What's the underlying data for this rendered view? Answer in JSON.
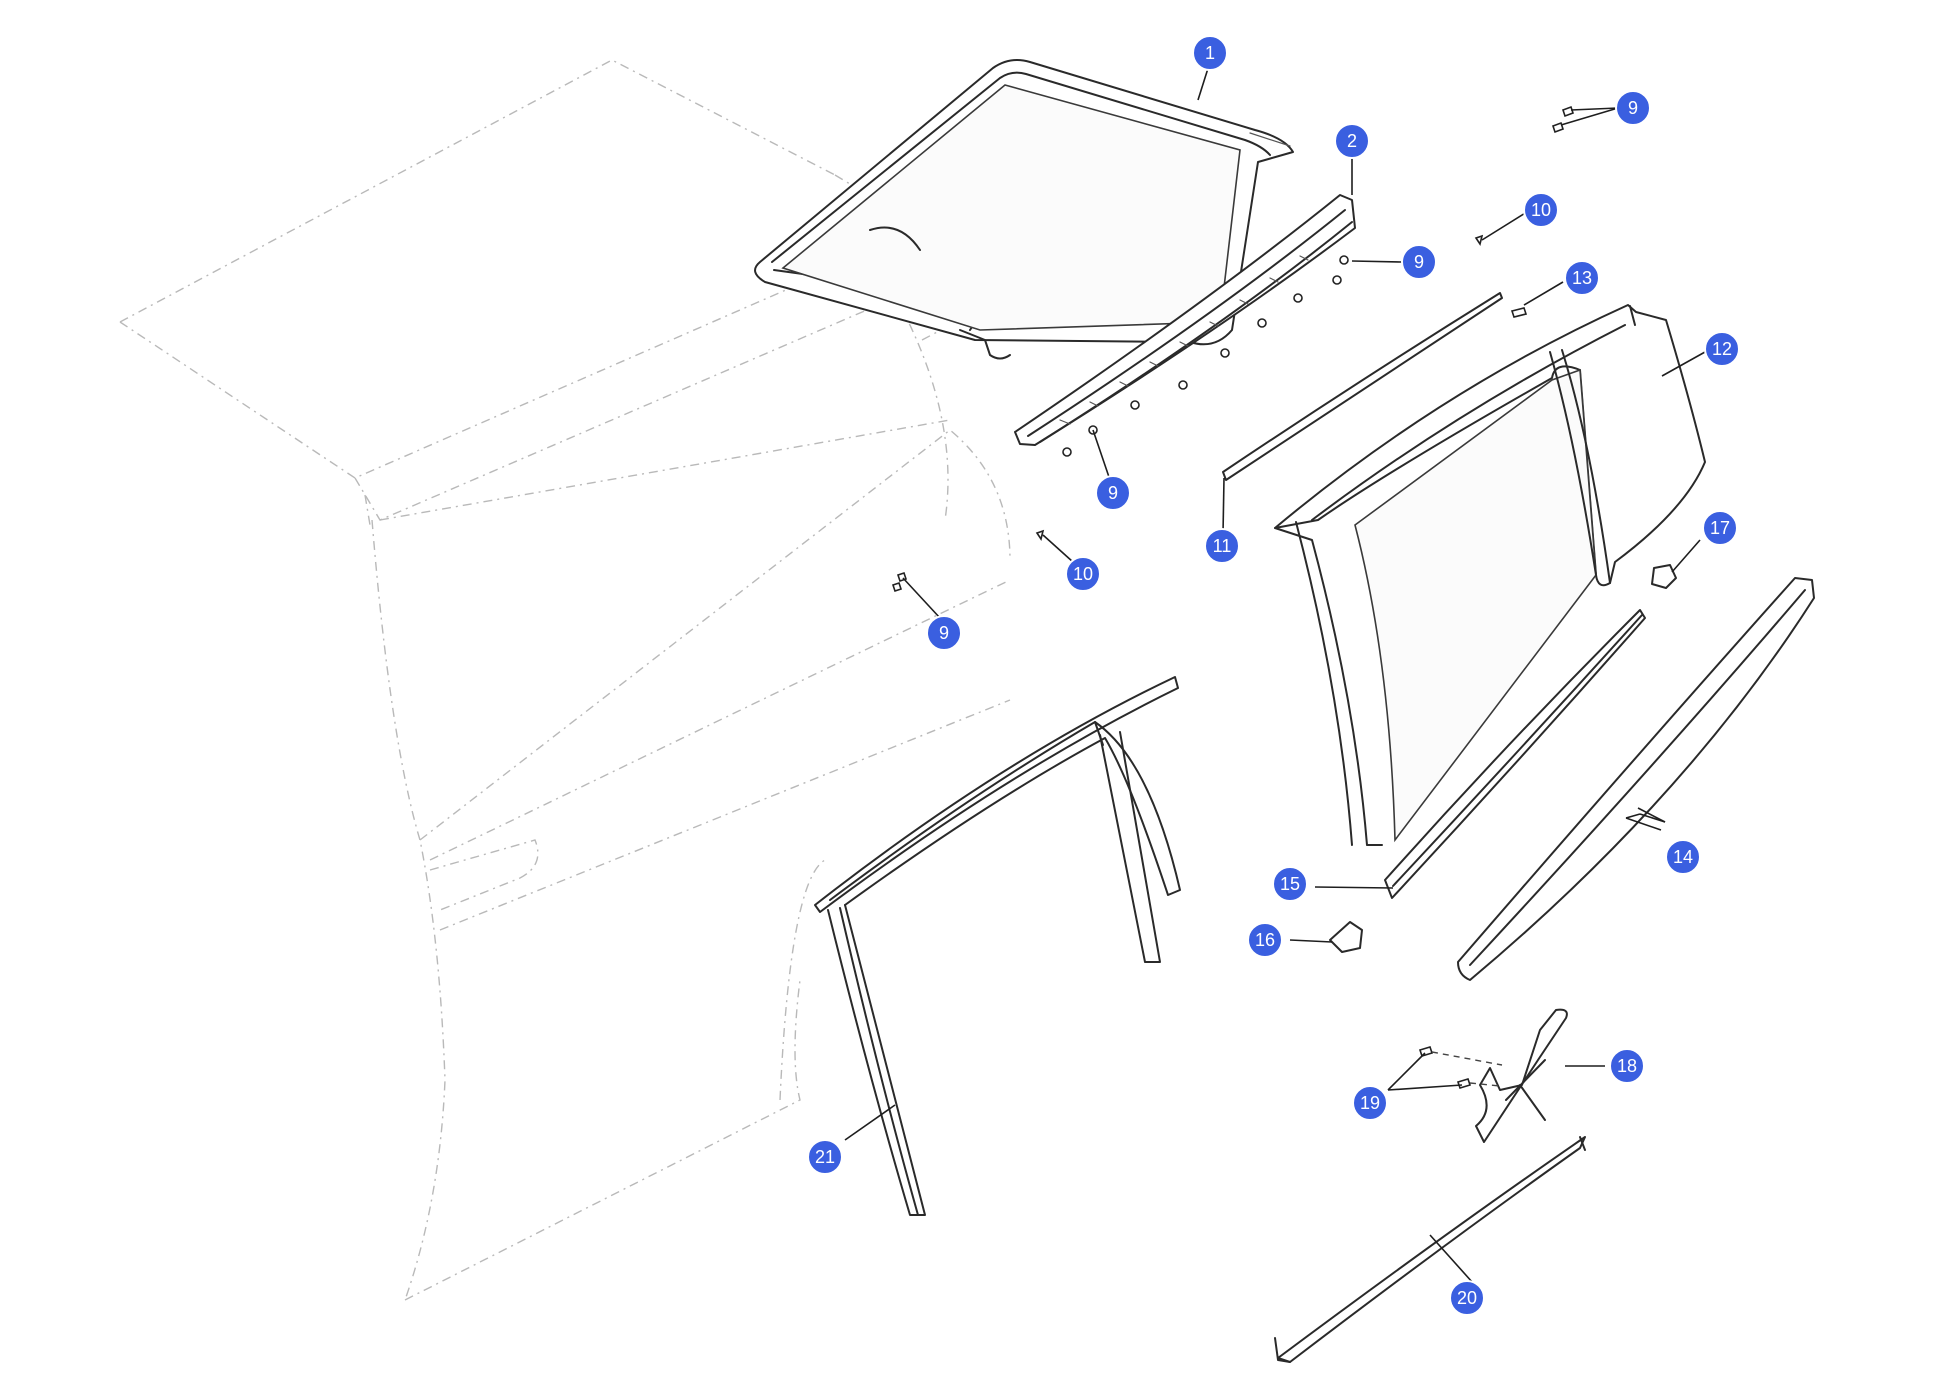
{
  "colors": {
    "callout_fill": "#3a5fe0",
    "callout_text": "#ffffff",
    "part_stroke": "#2a2a2a",
    "ghost_stroke": "#b9b9b9",
    "background": "#ffffff"
  },
  "callouts": [
    {
      "id": "c1",
      "label": "1"
    },
    {
      "id": "c2",
      "label": "2"
    },
    {
      "id": "c9a",
      "label": "9"
    },
    {
      "id": "c9b",
      "label": "9"
    },
    {
      "id": "c9c",
      "label": "9"
    },
    {
      "id": "c9d",
      "label": "9"
    },
    {
      "id": "c10a",
      "label": "10"
    },
    {
      "id": "c10b",
      "label": "10"
    },
    {
      "id": "c11",
      "label": "11"
    },
    {
      "id": "c12",
      "label": "12"
    },
    {
      "id": "c13",
      "label": "13"
    },
    {
      "id": "c14",
      "label": "14"
    },
    {
      "id": "c15",
      "label": "15"
    },
    {
      "id": "c16",
      "label": "16"
    },
    {
      "id": "c17",
      "label": "17"
    },
    {
      "id": "c18",
      "label": "18"
    },
    {
      "id": "c19",
      "label": "19"
    },
    {
      "id": "c20",
      "label": "20"
    },
    {
      "id": "c21",
      "label": "21"
    }
  ]
}
